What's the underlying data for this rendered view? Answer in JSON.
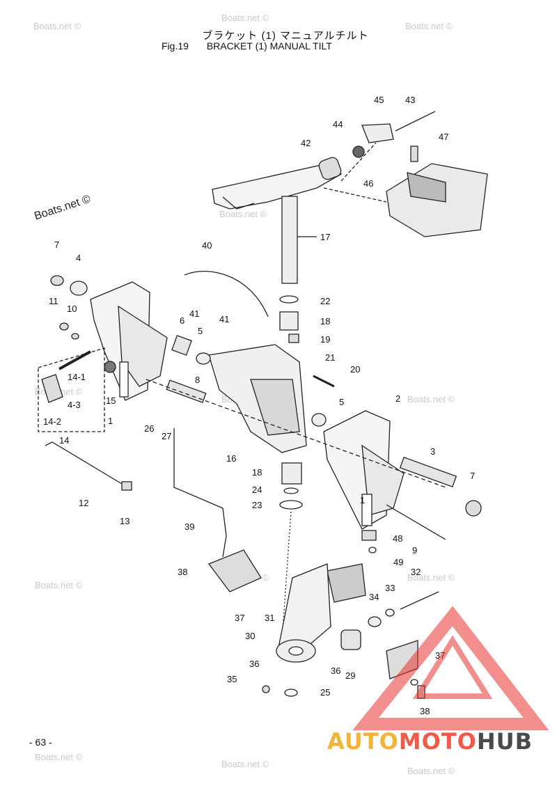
{
  "header": {
    "title_jp": "ブラケット (1) マニュアルチルト",
    "fig_label": "Fig.19",
    "title_en": "BRACKET (1) MANUAL TILT"
  },
  "page_number": "- 63 -",
  "watermarks": {
    "text": "Boats.net ©"
  },
  "logo": {
    "part_a": "AUTO",
    "part_b": "MOTO",
    "part_c": "HUB",
    "colors": {
      "auto": "#f2b33a",
      "moto": "#ef5b4a",
      "hub": "#4a4a4a",
      "triangle": "#e8322c"
    }
  },
  "callouts": [
    "45",
    "43",
    "44",
    "47",
    "42",
    "46",
    "17",
    "40",
    "7",
    "4",
    "11",
    "10",
    "41",
    "22",
    "6",
    "5",
    "41",
    "18",
    "19",
    "14-1",
    "4-3",
    "15",
    "1",
    "21",
    "20",
    "8",
    "5",
    "2",
    "14-2",
    "14",
    "26",
    "27",
    "16",
    "3",
    "18",
    "7",
    "12",
    "24",
    "13",
    "23",
    "1",
    "48",
    "39",
    "9",
    "49",
    "38",
    "32",
    "33",
    "34",
    "37",
    "31",
    "30",
    "37",
    "36",
    "29",
    "36",
    "35",
    "25",
    "38"
  ]
}
